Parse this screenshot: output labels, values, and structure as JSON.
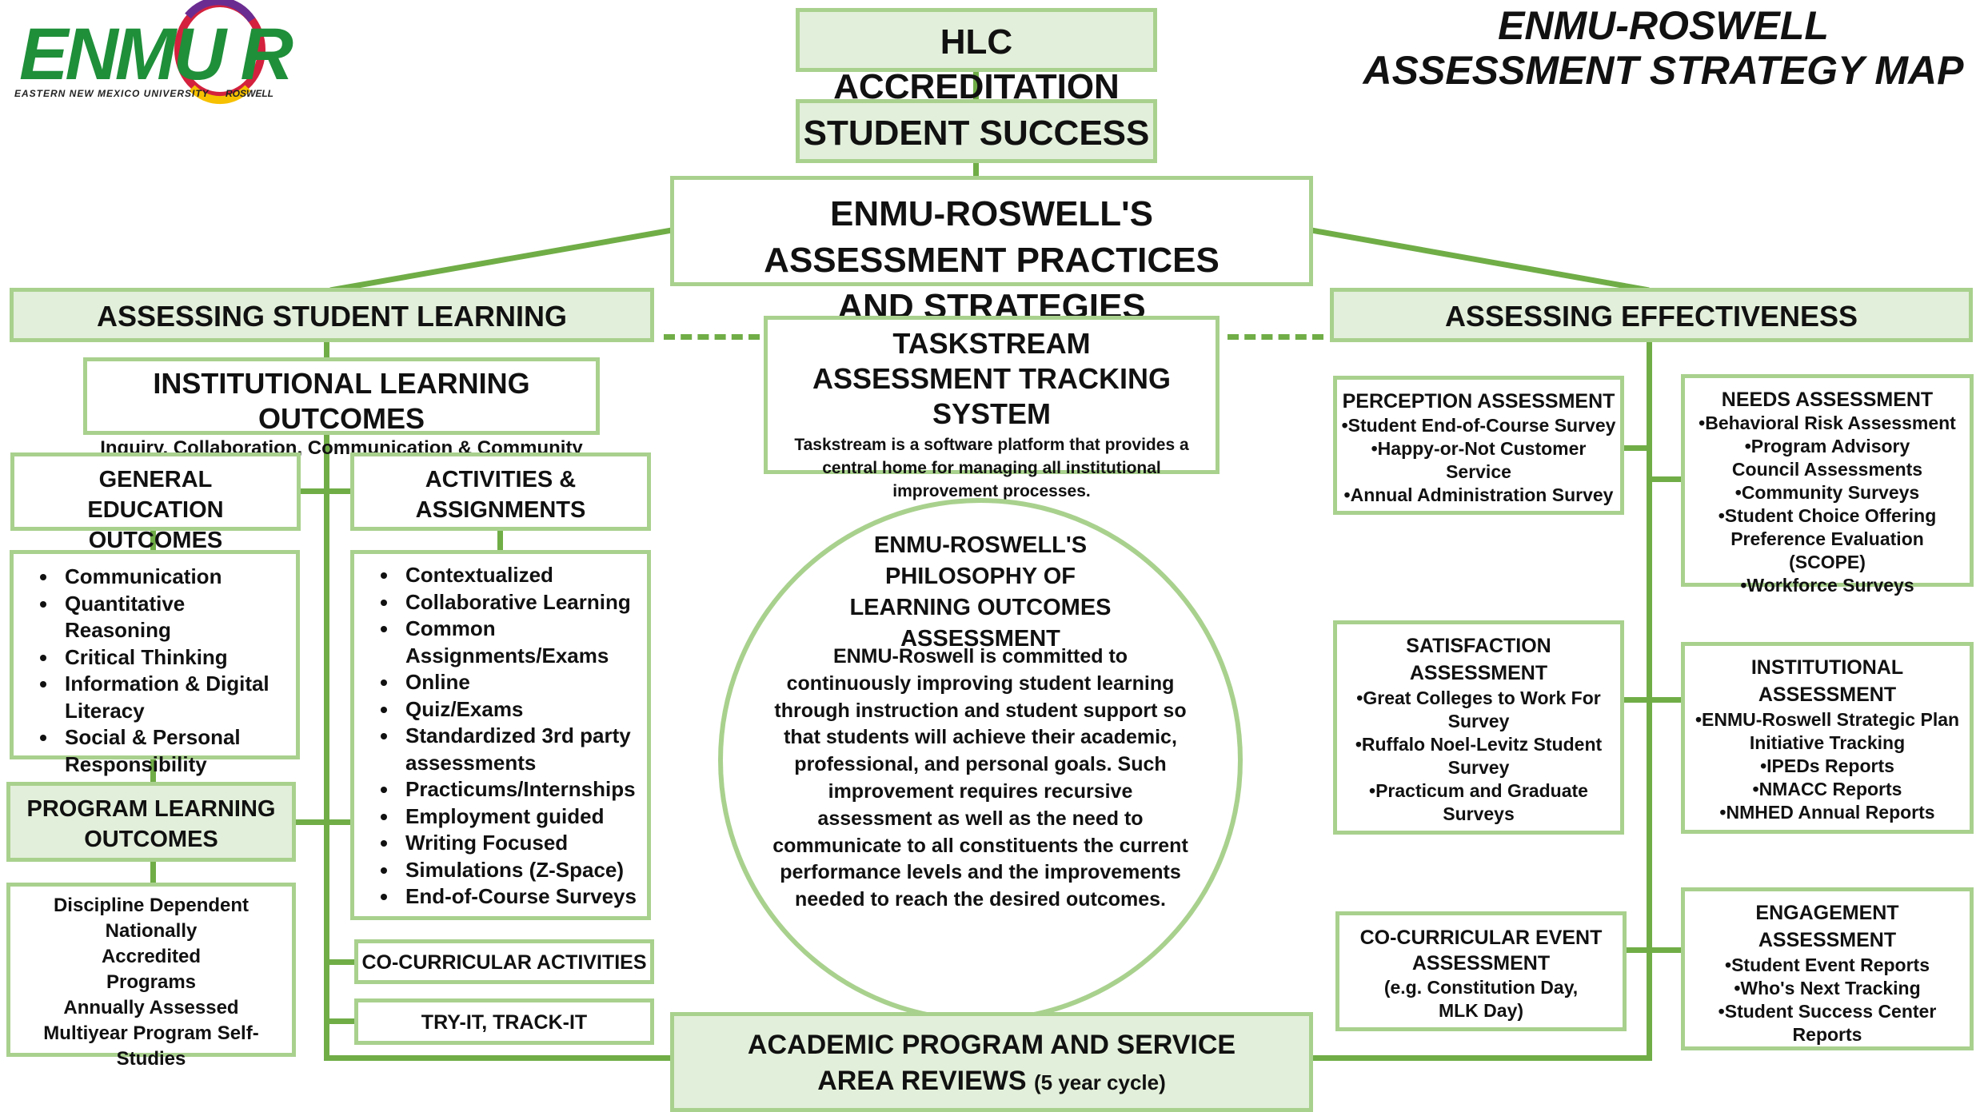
{
  "logo": {
    "wordmark": "ENMU R",
    "subtitle": "EASTERN NEW MEXICO UNIVERSITY",
    "campus": "ROSWELL"
  },
  "main_title": "ENMU-ROSWELL ASSESSMENT STRATEGY MAP",
  "hlc": "HLC ACCREDITATION",
  "student_success": "STUDENT SUCCESS",
  "practices": "ENMU-ROSWELL'S ASSESSMENT PRACTICES AND STRATEGIES",
  "assessing_learning": "ASSESSING STUDENT LEARNING",
  "assessing_effectiveness": "ASSESSING EFFECTIVENESS",
  "taskstream": {
    "title": "TASKSTREAM ASSESSMENT TRACKING SYSTEM",
    "text": "Taskstream is a software platform that provides a central home for managing all institutional improvement processes."
  },
  "ilo": {
    "title": "INSTITUTIONAL LEARNING OUTCOMES",
    "subtitle": "Inquiry, Collaboration, Communication & Community"
  },
  "gen_ed": {
    "title": "GENERAL EDUCATION OUTCOMES",
    "items": [
      "Communication",
      "Quantitative Reasoning",
      "Critical Thinking",
      "Information & Digital Literacy",
      "Social & Personal Responsibility"
    ]
  },
  "activities": {
    "title": "ACTIVITIES & ASSIGNMENTS",
    "items": [
      "Contextualized",
      "Collaborative Learning",
      "Common Assignments/Exams",
      "Online",
      "Quiz/Exams",
      "Standardized 3rd party assessments",
      "Practicums/Internships",
      "Employment guided",
      "Writing Focused",
      "Simulations (Z-Space)",
      "End-of-Course Surveys"
    ]
  },
  "program": {
    "title": "PROGRAM LEARNING OUTCOMES",
    "items": [
      "Discipline Dependent",
      "Nationally Accredited Programs",
      "Annually Assessed",
      "Multiyear Program Self-Studies"
    ]
  },
  "co_curricular": "CO-CURRICULAR ACTIVITIES",
  "try_it": "TRY-IT, TRACK-IT",
  "philosophy": {
    "title": "ENMU-ROSWELL'S PHILOSOPHY OF LEARNING OUTCOMES ASSESSMENT",
    "text": "ENMU-Roswell is committed to continuously improving student learning through instruction and student support so that students will achieve their academic, professional, and personal goals. Such improvement requires recursive assessment as well as the need to communicate to all constituents the current performance levels and the improvements needed to reach the desired outcomes."
  },
  "reviews": {
    "title": "ACADEMIC PROGRAM AND SERVICE AREA REVIEWS",
    "cycle": "(5 year cycle)"
  },
  "perception": {
    "title": "PERCEPTION ASSESSMENT",
    "items": [
      "•Student End-of-Course Survey",
      "•Happy-or-Not Customer Service",
      "•Annual Administration Survey"
    ]
  },
  "needs": {
    "title": "NEEDS ASSESSMENT",
    "items": [
      "•Behavioral Risk Assessment",
      "•Program Advisory Council Assessments",
      "•Community Surveys",
      "•Student Choice Offering Preference Evaluation (SCOPE)",
      "•Workforce Surveys"
    ]
  },
  "satisfaction": {
    "title": "SATISFACTION ASSESSMENT",
    "items": [
      "•Great Colleges to Work For Survey",
      "•Ruffalo Noel-Levitz Student Survey",
      "•Practicum and Graduate Surveys"
    ]
  },
  "institutional": {
    "title": "INSTITUTIONAL ASSESSMENT",
    "items": [
      "•ENMU-Roswell Strategic Plan Initiative Tracking",
      "•IPEDs Reports",
      "•NMACC Reports",
      "•NMHED Annual Reports"
    ]
  },
  "co_event": {
    "title": "CO-CURRICULAR EVENT ASSESSMENT",
    "subtitle": "(e.g. Constitution Day, MLK Day)"
  },
  "engagement": {
    "title": "ENGAGEMENT ASSESSMENT",
    "items": [
      "•Student Event Reports",
      "•Who's Next Tracking",
      "•Student Success Center Reports"
    ]
  }
}
